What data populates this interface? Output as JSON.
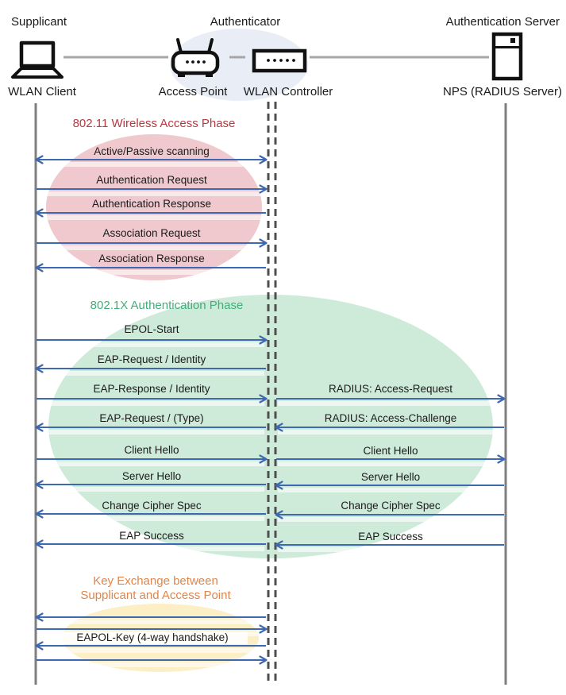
{
  "header": {
    "roles": [
      {
        "label": "Supplicant"
      },
      {
        "label": "Authenticator"
      },
      {
        "label": "Authentication Server"
      }
    ],
    "devices": [
      {
        "label": "WLAN Client",
        "icon": "laptop-icon"
      },
      {
        "label": "Access Point",
        "icon": "wireless-router-icon"
      },
      {
        "label": "WLAN Controller",
        "icon": "controller-icon"
      },
      {
        "label": "NPS (RADIUS Server)",
        "icon": "server-icon"
      }
    ]
  },
  "phases": [
    {
      "title": "802.11 Wireless Access Phase",
      "title_color": "#B73940",
      "ellipse_color": "#EFC9CD",
      "messages": [
        {
          "label": "Active/Passive scanning",
          "from": "WLAN Client",
          "to": "WLAN Controller",
          "direction": "both"
        },
        {
          "label": "Authentication Request",
          "from": "WLAN Client",
          "to": "WLAN Controller",
          "direction": "right"
        },
        {
          "label": "Authentication Response",
          "from": "WLAN Controller",
          "to": "WLAN Client",
          "direction": "left"
        },
        {
          "label": "Association Request",
          "from": "WLAN Client",
          "to": "WLAN Controller",
          "direction": "right"
        },
        {
          "label": "Association Response",
          "from": "WLAN Controller",
          "to": "WLAN Client",
          "direction": "left"
        }
      ]
    },
    {
      "title": "802.1X Authentication Phase",
      "title_color": "#41AE79",
      "ellipse_color": "#CEEBDA",
      "left_messages": [
        {
          "label": "EPOL-Start",
          "direction": "right"
        },
        {
          "label": "EAP-Request / Identity",
          "direction": "left"
        },
        {
          "label": "EAP-Response / Identity",
          "direction": "right"
        },
        {
          "label": "EAP-Request / (Type)",
          "direction": "left"
        },
        {
          "label": "Client Hello",
          "direction": "right"
        },
        {
          "label": "Server Hello",
          "direction": "left"
        },
        {
          "label": "Change Cipher Spec",
          "direction": "left"
        },
        {
          "label": "EAP Success",
          "direction": "left"
        }
      ],
      "right_messages": [
        {
          "label": "RADIUS: Access-Request",
          "direction": "right"
        },
        {
          "label": "RADIUS: Access-Challenge",
          "direction": "left"
        },
        {
          "label": "Client Hello",
          "direction": "right"
        },
        {
          "label": "Server Hello",
          "direction": "left"
        },
        {
          "label": "Change Cipher Spec",
          "direction": "left"
        },
        {
          "label": "EAP Success",
          "direction": "left"
        }
      ]
    },
    {
      "title_line1": "Key Exchange between",
      "title_line2": "Supplicant and Access Point",
      "title_color": "#E0854B",
      "ellipse_color": "#FCEEC5",
      "messages": [
        {
          "label": "EAPOL-Key (4-way handshake)",
          "direction": "4-way",
          "arrows": [
            "left",
            "right",
            "left",
            "right"
          ]
        }
      ]
    }
  ],
  "colors": {
    "arrow": "#3E68B0",
    "lifeline": "#7F7F7F",
    "controller_lifeline_dashed": "#4F4F4F",
    "device_connector": "#A6A6A6",
    "authenticator_halo": "#E9EDF6",
    "icon_stroke": "#111111"
  }
}
